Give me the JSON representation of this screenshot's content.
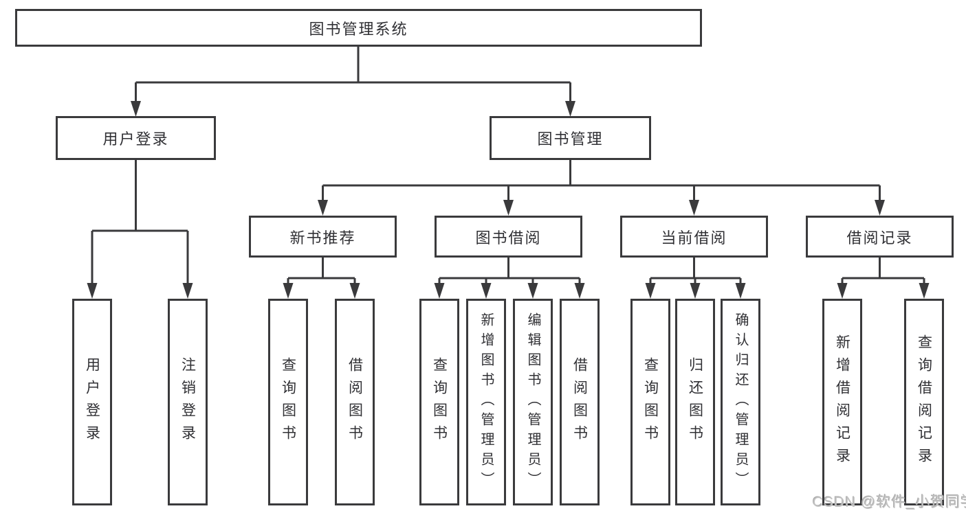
{
  "diagram": {
    "root_label": "图书管理系统",
    "user_branch": {
      "label": "用户登录",
      "children": [
        "用户登录",
        "注销登录"
      ]
    },
    "management_branch": {
      "label": "图书管理",
      "groups": [
        {
          "label": "新书推荐",
          "children": [
            "查询图书",
            "借阅图书"
          ]
        },
        {
          "label": "图书借阅",
          "children": [
            "查询图书",
            "新增图书（管理员）",
            "编辑图书（管理员）",
            "借阅图书"
          ]
        },
        {
          "label": "当前借阅",
          "children": [
            "查询图书",
            "归还图书",
            "确认归还（管理员）"
          ]
        },
        {
          "label": "借阅记录",
          "children": [
            "新增借阅记录",
            "查询借阅记录"
          ]
        }
      ]
    }
  },
  "watermark": "CSDN @软件_小贺同学",
  "colors": {
    "line": "#3a3a3c",
    "text": "#303034",
    "watermark": "#c3c3c3"
  }
}
